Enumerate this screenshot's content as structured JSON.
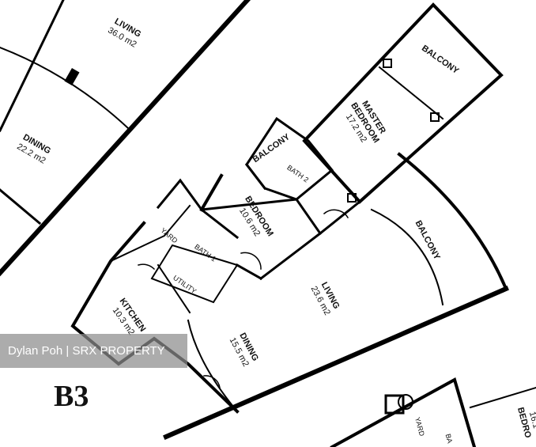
{
  "unit_label": "B3",
  "watermark": "Dylan Poh | SRX PROPERTY",
  "rooms": {
    "living_upper": {
      "name": "LIVING",
      "area": "36.0 m2"
    },
    "dining_upper": {
      "name": "DINING",
      "area": "22.2 m2"
    },
    "balcony_master": {
      "name": "BALCONY"
    },
    "master_bedroom": {
      "name": "MASTER",
      "name2": "BEDROOM",
      "area": "17.2 m2"
    },
    "balcony_small": {
      "name": "BALCONY"
    },
    "bath2": {
      "name": "BATH 2"
    },
    "bedroom": {
      "name": "BEDROOM",
      "area": "10.6 m2"
    },
    "balcony_living": {
      "name": "BALCONY"
    },
    "living": {
      "name": "LIVING",
      "area": "23.6 m2"
    },
    "yard": {
      "name": "YARD"
    },
    "bath1": {
      "name": "BATH 1"
    },
    "utility": {
      "name": "UTILITY"
    },
    "kitchen": {
      "name": "KITCHEN",
      "area": "10.3 m2"
    },
    "dining": {
      "name": "DINING",
      "area": "15.5 m2"
    },
    "yard_lower": {
      "name": "YARD"
    },
    "bath_lower": {
      "name": "BA"
    },
    "bedroom_lower": {
      "name": "BEDRO",
      "area": "16.1"
    }
  }
}
